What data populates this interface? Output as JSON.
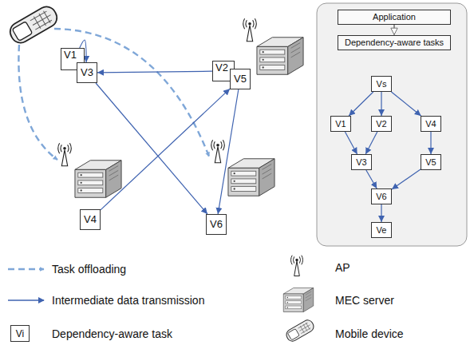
{
  "diagram": {
    "nodes": [
      {
        "text": [
          "V1"
        ]
      },
      {
        "text": [
          "V3"
        ]
      },
      {
        "text": [
          "V2"
        ]
      },
      {
        "text": [
          "V5"
        ]
      },
      {
        "text": [
          "V4"
        ]
      },
      {
        "text": [
          "V6"
        ]
      },
      {
        "text": [
          "Application"
        ]
      },
      {
        "text": [
          "Dependency-aware tasks"
        ]
      },
      {
        "text": [
          "Vs"
        ]
      },
      {
        "text": [
          "V1"
        ]
      },
      {
        "text": [
          "V2"
        ]
      },
      {
        "text": [
          "V4"
        ]
      },
      {
        "text": [
          "V3"
        ]
      },
      {
        "text": [
          "V5"
        ]
      },
      {
        "text": [
          "V6"
        ]
      },
      {
        "text": [
          "Ve"
        ]
      }
    ],
    "edges": [
      {
        "from": 0,
        "to": 1,
        "arrow": "to"
      },
      {
        "from": 2,
        "to": 1,
        "arrow": "to"
      },
      {
        "from": 4,
        "to": 3,
        "arrow": "to"
      },
      {
        "from": 3,
        "to": 5,
        "arrow": "to"
      },
      {
        "from": 1,
        "to": 5,
        "arrow": "to"
      },
      {
        "from": 6,
        "to": 7,
        "arrow": "to"
      },
      {
        "from": 8,
        "to": 9,
        "arrow": "to"
      },
      {
        "from": 8,
        "to": 10,
        "arrow": "to"
      },
      {
        "from": 8,
        "to": 11,
        "arrow": "to"
      },
      {
        "from": 9,
        "to": 12,
        "arrow": "to"
      },
      {
        "from": 10,
        "to": 12,
        "arrow": "to"
      },
      {
        "from": 11,
        "to": 13,
        "arrow": "to"
      },
      {
        "from": 12,
        "to": 14,
        "arrow": "to"
      },
      {
        "from": 13,
        "to": 14,
        "arrow": "to"
      },
      {
        "from": 14,
        "to": 15,
        "arrow": "to"
      }
    ],
    "labels": [
      "Vi"
    ],
    "legend": [
      {
        "text": "Task offloading"
      },
      {
        "text": "Intermediate data transmission"
      },
      {
        "text": "Dependency-aware task"
      },
      {
        "text": "AP"
      },
      {
        "text": "MEC server"
      },
      {
        "text": "Mobile device"
      }
    ]
  }
}
